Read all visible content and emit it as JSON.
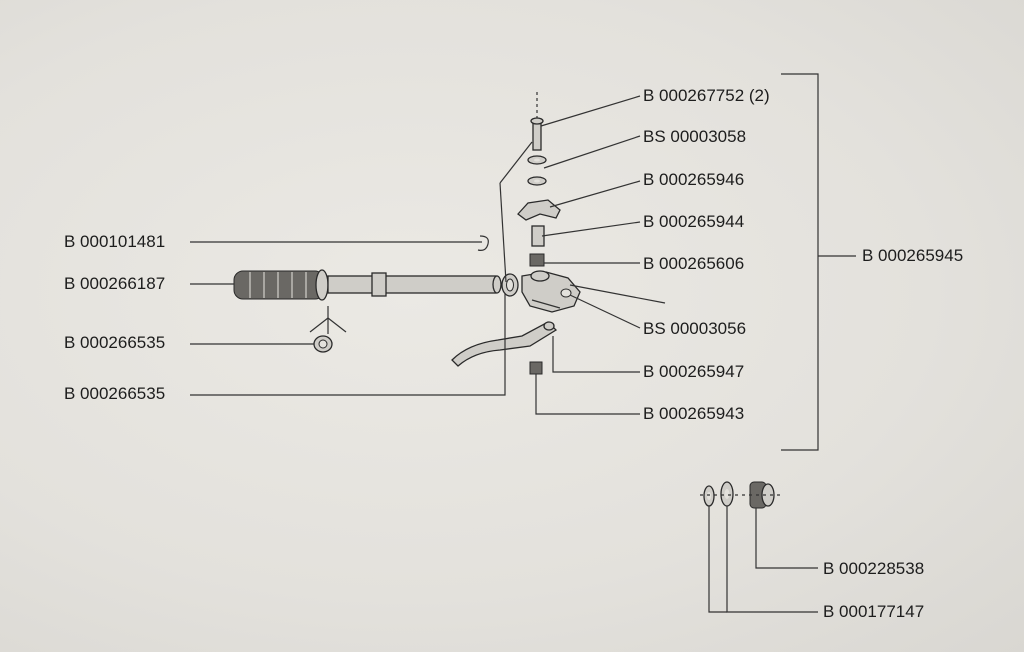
{
  "labels": {
    "b_000101481": "B 000101481",
    "b_000266187": "B 000266187",
    "b_000266535_upper": "B 000266535",
    "b_000266535_lower": "B 000266535",
    "b_000267752": "B 000267752 (2)",
    "bs_00003058": "BS 00003058",
    "b_000265946": "B 000265946",
    "b_000265944": "B 000265944",
    "b_000265606": "B 000265606",
    "bs_00003056": "BS 00003056",
    "b_000265947": "B 000265947",
    "b_000265943": "B 000265943",
    "b_000265945": "B 000265945",
    "b_000228538": "B 000228538",
    "b_000177147": "B 000177147"
  }
}
